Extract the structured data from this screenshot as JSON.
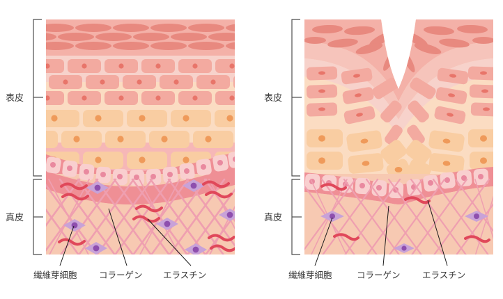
{
  "figure": {
    "title": "",
    "panels": [
      {
        "id": "normal-skin",
        "side": "left",
        "layer_labels": [
          {
            "name": "epidermis",
            "text": "表皮"
          },
          {
            "name": "dermis",
            "text": "真皮"
          }
        ],
        "callouts": [
          {
            "name": "fibroblast",
            "text": "繊維芽細胞"
          },
          {
            "name": "collagen",
            "text": "コラーゲン"
          },
          {
            "name": "elastin",
            "text": "エラスチン"
          }
        ]
      },
      {
        "id": "wrinkled-skin",
        "side": "right",
        "layer_labels": [
          {
            "name": "epidermis",
            "text": "表皮"
          },
          {
            "name": "dermis",
            "text": "真皮"
          }
        ],
        "callouts": [
          {
            "name": "fibroblast",
            "text": "繊維芽細胞"
          },
          {
            "name": "collagen",
            "text": "コラーゲン"
          },
          {
            "name": "elastin",
            "text": "エラスチン"
          }
        ]
      }
    ]
  },
  "colors": {
    "background": "#ffffff",
    "stratum_corneum_base": "#f4b1a8",
    "stratum_corneum_cell": "#e8867f",
    "granular_base": "#f6cdc6",
    "spinous_cell": "#f3aaa0",
    "spinous_nucleus": "#e8756a",
    "basal_upper_cell": "#f9cda2",
    "basal_upper_nucleus": "#ef9a5a",
    "basal_membrane": "#ef8f95",
    "basal_cell": "#f7c9c9",
    "basal_cell_nucleus": "#e9899f",
    "dermis_base": "#f7c9b2",
    "collagen_fiber": "#ef9fb0",
    "elastin_fiber": "#e0485a",
    "fibroblast_body": "#c8a2d8",
    "fibroblast_nucleus": "#8e4fae",
    "label_text": "#3a3a3a",
    "leader_line": "#1a1a1a",
    "bracket": "#4d4d4d"
  }
}
